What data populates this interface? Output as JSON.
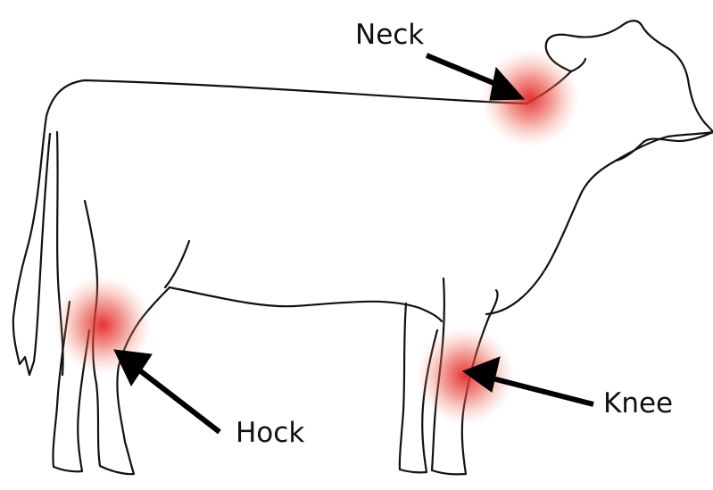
{
  "labels": {
    "neck": "Neck",
    "hock": "Hock",
    "knee": "Knee"
  },
  "colors": {
    "outline": "#111111",
    "highlight": "#e32727",
    "arrow": "#000000",
    "background": "#ffffff"
  }
}
